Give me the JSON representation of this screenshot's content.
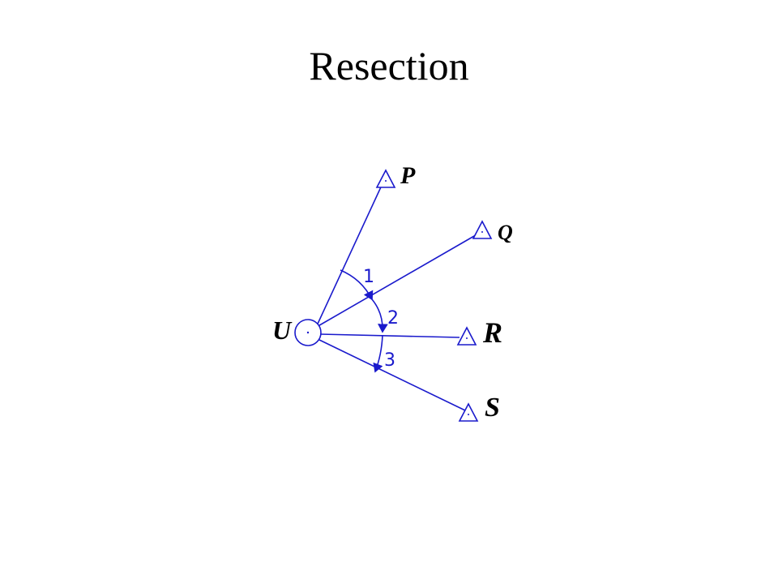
{
  "slide": {
    "title": "Resection"
  },
  "diagram": {
    "line_color": "#1a1acc",
    "label_color": "#000000",
    "instrument_station": {
      "label": "U",
      "symbol": "circle"
    },
    "target_stations": [
      {
        "label": "P",
        "symbol": "triangle"
      },
      {
        "label": "Q",
        "symbol": "triangle"
      },
      {
        "label": "R",
        "symbol": "triangle"
      },
      {
        "label": "S",
        "symbol": "triangle"
      }
    ],
    "angles": [
      {
        "label": "1",
        "between": [
          "P",
          "Q"
        ]
      },
      {
        "label": "2",
        "between": [
          "Q",
          "R"
        ]
      },
      {
        "label": "3",
        "between": [
          "R",
          "S"
        ]
      }
    ]
  }
}
